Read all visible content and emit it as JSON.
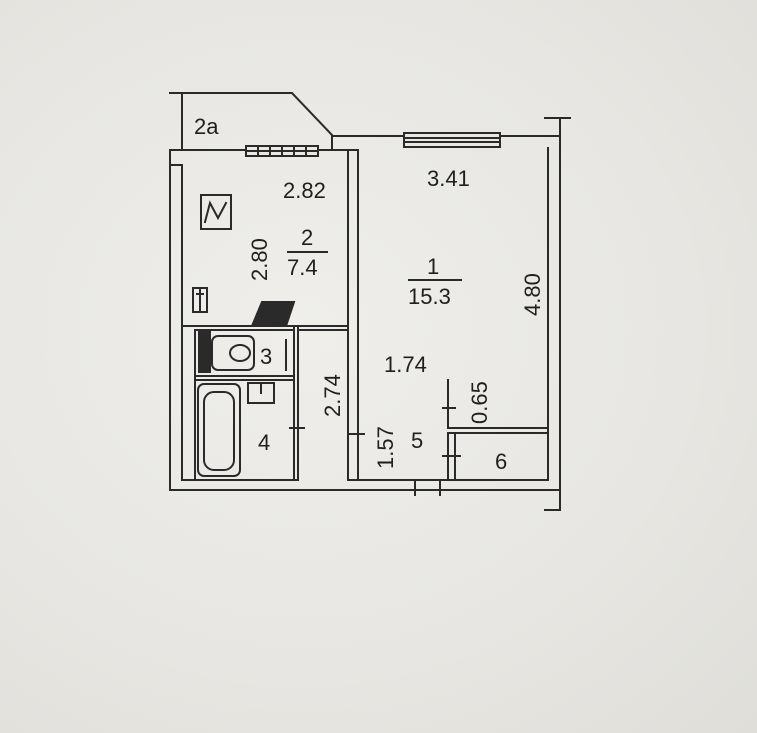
{
  "rooms": {
    "balcony": {
      "number": "2а"
    },
    "living_room": {
      "number": "1",
      "area": "15.3",
      "width": "3.41",
      "length": "4.80"
    },
    "kitchen": {
      "number": "2",
      "area": "7.4",
      "width": "2.82",
      "length": "2.80"
    },
    "toilet": {
      "number": "3"
    },
    "bathroom": {
      "number": "4"
    },
    "hallway": {
      "number": "5",
      "width": "1.74",
      "length": "2.74",
      "side": "1.57"
    },
    "closet": {
      "number": "6",
      "depth": "0.65"
    }
  }
}
